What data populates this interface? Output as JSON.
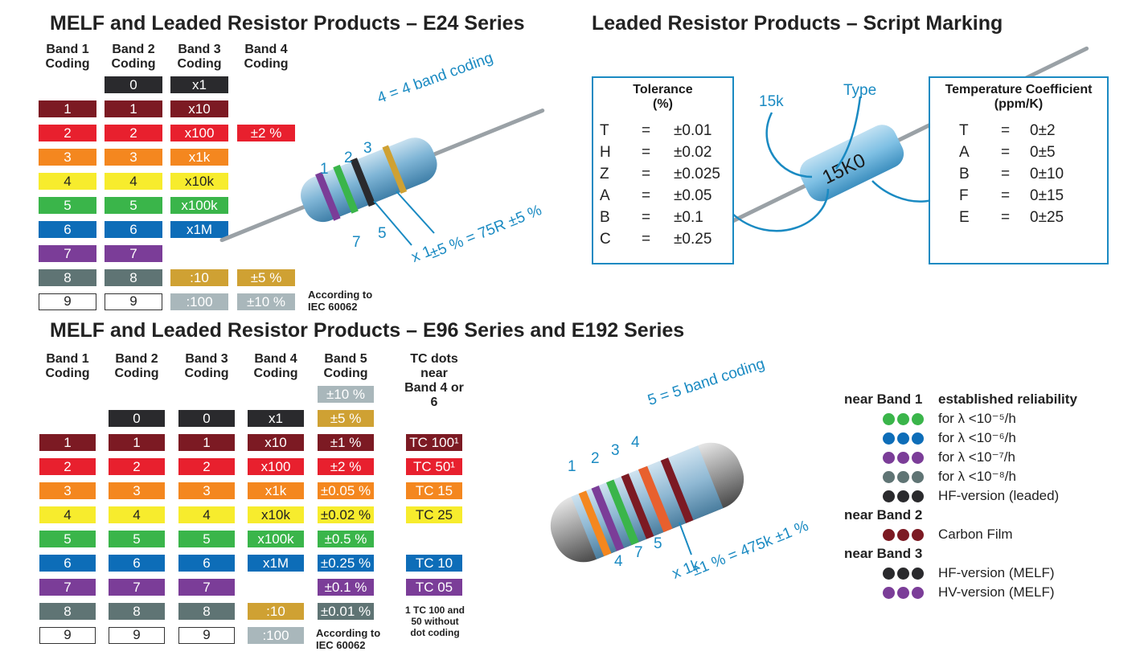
{
  "title_e24": "MELF and Leaded Resistor Products – E24 Series",
  "title_script": "Leaded Resistor Products – Script Marking",
  "title_e96": "MELF and Leaded Resistor Products – E96 Series and E192 Series",
  "e24": {
    "headers": [
      [
        "Band 1",
        "Coding"
      ],
      [
        "Band 2",
        "Coding"
      ],
      [
        "Band 3",
        "Coding"
      ],
      [
        "Band 4",
        "Coding"
      ]
    ],
    "note": [
      "According to",
      "IEC 60062"
    ],
    "cells": [
      {
        "col": 1,
        "row": 0,
        "text": "0",
        "bg": "#2a2a2d",
        "fg": "#fff"
      },
      {
        "col": 2,
        "row": 0,
        "text": "x1",
        "bg": "#2a2a2d",
        "fg": "#fff"
      },
      {
        "col": 0,
        "row": 1,
        "text": "1",
        "bg": "#7c1a23",
        "fg": "#fff"
      },
      {
        "col": 1,
        "row": 1,
        "text": "1",
        "bg": "#7c1a23",
        "fg": "#fff"
      },
      {
        "col": 2,
        "row": 1,
        "text": "x10",
        "bg": "#7c1a23",
        "fg": "#fff"
      },
      {
        "col": 0,
        "row": 2,
        "text": "2",
        "bg": "#e8202e",
        "fg": "#fff"
      },
      {
        "col": 1,
        "row": 2,
        "text": "2",
        "bg": "#e8202e",
        "fg": "#fff"
      },
      {
        "col": 2,
        "row": 2,
        "text": "x100",
        "bg": "#e8202e",
        "fg": "#fff"
      },
      {
        "col": 3,
        "row": 2,
        "text": "±2 %",
        "bg": "#e8202e",
        "fg": "#fff"
      },
      {
        "col": 0,
        "row": 3,
        "text": "3",
        "bg": "#f4871f",
        "fg": "#fff"
      },
      {
        "col": 1,
        "row": 3,
        "text": "3",
        "bg": "#f4871f",
        "fg": "#fff"
      },
      {
        "col": 2,
        "row": 3,
        "text": "x1k",
        "bg": "#f4871f",
        "fg": "#fff"
      },
      {
        "col": 0,
        "row": 4,
        "text": "4",
        "bg": "#f7ec2d",
        "fg": "#222"
      },
      {
        "col": 1,
        "row": 4,
        "text": "4",
        "bg": "#f7ec2d",
        "fg": "#222"
      },
      {
        "col": 2,
        "row": 4,
        "text": "x10k",
        "bg": "#f7ec2d",
        "fg": "#222"
      },
      {
        "col": 0,
        "row": 5,
        "text": "5",
        "bg": "#3ab54a",
        "fg": "#fff"
      },
      {
        "col": 1,
        "row": 5,
        "text": "5",
        "bg": "#3ab54a",
        "fg": "#fff"
      },
      {
        "col": 2,
        "row": 5,
        "text": "x100k",
        "bg": "#3ab54a",
        "fg": "#fff"
      },
      {
        "col": 0,
        "row": 6,
        "text": "6",
        "bg": "#0d6db8",
        "fg": "#fff"
      },
      {
        "col": 1,
        "row": 6,
        "text": "6",
        "bg": "#0d6db8",
        "fg": "#fff"
      },
      {
        "col": 2,
        "row": 6,
        "text": "x1M",
        "bg": "#0d6db8",
        "fg": "#fff"
      },
      {
        "col": 0,
        "row": 7,
        "text": "7",
        "bg": "#7b3d98",
        "fg": "#fff"
      },
      {
        "col": 1,
        "row": 7,
        "text": "7",
        "bg": "#7b3d98",
        "fg": "#fff"
      },
      {
        "col": 0,
        "row": 8,
        "text": "8",
        "bg": "#5f7474",
        "fg": "#fff"
      },
      {
        "col": 1,
        "row": 8,
        "text": "8",
        "bg": "#5f7474",
        "fg": "#fff"
      },
      {
        "col": 2,
        "row": 8,
        "text": ":10",
        "bg": "#cfa133",
        "fg": "#fff"
      },
      {
        "col": 3,
        "row": 8,
        "text": "±5 %",
        "bg": "#cfa133",
        "fg": "#fff"
      },
      {
        "col": 0,
        "row": 9,
        "text": "9",
        "bg": "#ffffff",
        "fg": "#222",
        "outline": true
      },
      {
        "col": 1,
        "row": 9,
        "text": "9",
        "bg": "#ffffff",
        "fg": "#222",
        "outline": true
      },
      {
        "col": 2,
        "row": 9,
        "text": ":100",
        "bg": "#a9b7bb",
        "fg": "#fff"
      },
      {
        "col": 3,
        "row": 9,
        "text": "±10 %",
        "bg": "#a9b7bb",
        "fg": "#fff"
      }
    ],
    "callouts": {
      "digits": [
        "1",
        "2",
        "3",
        "4 = 4 band coding"
      ],
      "lower": [
        "7",
        "5"
      ],
      "mult": "x 1",
      "tol": "±5 % = 75R ±5 %"
    }
  },
  "script": {
    "tolerance_title": [
      "Tolerance",
      "(%)"
    ],
    "tolerance": [
      [
        "T",
        "=",
        "±0.01"
      ],
      [
        "H",
        "=",
        "±0.02"
      ],
      [
        "Z",
        "=",
        "±0.025"
      ],
      [
        "A",
        "=",
        "±0.05"
      ],
      [
        "B",
        "=",
        "±0.1"
      ],
      [
        "C",
        "=",
        "±0.25"
      ]
    ],
    "tc_title": [
      "Temperature Coefficient",
      "(ppm/K)"
    ],
    "tc": [
      [
        "T",
        "=",
        "0±2"
      ],
      [
        "A",
        "=",
        "0±5"
      ],
      [
        "B",
        "=",
        "0±10"
      ],
      [
        "F",
        "=",
        "0±15"
      ],
      [
        "E",
        "=",
        "0±25"
      ]
    ],
    "label_15k": "15k",
    "label_type": "Type",
    "resistor_text": "15K0"
  },
  "e96": {
    "headers": [
      [
        "Band 1",
        "Coding"
      ],
      [
        "Band 2",
        "Coding"
      ],
      [
        "Band 3",
        "Coding"
      ],
      [
        "Band 4",
        "Coding"
      ],
      [
        "Band 5",
        "Coding"
      ],
      [
        "TC dots near",
        "Band 4 or 6"
      ]
    ],
    "note": [
      "According to",
      "IEC 60062"
    ],
    "tc_note": [
      "1 TC 100 and",
      "50 without",
      "dot coding"
    ],
    "cells": [
      {
        "col": 4,
        "row": -1,
        "text": "±10 %",
        "bg": "#a9b7bb",
        "fg": "#fff"
      },
      {
        "col": 1,
        "row": 0,
        "text": "0",
        "bg": "#2a2a2d",
        "fg": "#fff"
      },
      {
        "col": 2,
        "row": 0,
        "text": "0",
        "bg": "#2a2a2d",
        "fg": "#fff"
      },
      {
        "col": 3,
        "row": 0,
        "text": "x1",
        "bg": "#2a2a2d",
        "fg": "#fff"
      },
      {
        "col": 4,
        "row": 0,
        "text": "±5 %",
        "bg": "#cfa133",
        "fg": "#fff"
      },
      {
        "col": 0,
        "row": 1,
        "text": "1",
        "bg": "#7c1a23",
        "fg": "#fff"
      },
      {
        "col": 1,
        "row": 1,
        "text": "1",
        "bg": "#7c1a23",
        "fg": "#fff"
      },
      {
        "col": 2,
        "row": 1,
        "text": "1",
        "bg": "#7c1a23",
        "fg": "#fff"
      },
      {
        "col": 3,
        "row": 1,
        "text": "x10",
        "bg": "#7c1a23",
        "fg": "#fff"
      },
      {
        "col": 4,
        "row": 1,
        "text": "±1 %",
        "bg": "#7c1a23",
        "fg": "#fff"
      },
      {
        "col": 5,
        "row": 1,
        "text": "TC 100¹",
        "bg": "#7c1a23",
        "fg": "#fff"
      },
      {
        "col": 0,
        "row": 2,
        "text": "2",
        "bg": "#e8202e",
        "fg": "#fff"
      },
      {
        "col": 1,
        "row": 2,
        "text": "2",
        "bg": "#e8202e",
        "fg": "#fff"
      },
      {
        "col": 2,
        "row": 2,
        "text": "2",
        "bg": "#e8202e",
        "fg": "#fff"
      },
      {
        "col": 3,
        "row": 2,
        "text": "x100",
        "bg": "#e8202e",
        "fg": "#fff"
      },
      {
        "col": 4,
        "row": 2,
        "text": "±2 %",
        "bg": "#e8202e",
        "fg": "#fff"
      },
      {
        "col": 5,
        "row": 2,
        "text": "TC 50¹",
        "bg": "#e8202e",
        "fg": "#fff"
      },
      {
        "col": 0,
        "row": 3,
        "text": "3",
        "bg": "#f4871f",
        "fg": "#fff"
      },
      {
        "col": 1,
        "row": 3,
        "text": "3",
        "bg": "#f4871f",
        "fg": "#fff"
      },
      {
        "col": 2,
        "row": 3,
        "text": "3",
        "bg": "#f4871f",
        "fg": "#fff"
      },
      {
        "col": 3,
        "row": 3,
        "text": "x1k",
        "bg": "#f4871f",
        "fg": "#fff"
      },
      {
        "col": 4,
        "row": 3,
        "text": "±0.05 %",
        "bg": "#f4871f",
        "fg": "#fff"
      },
      {
        "col": 5,
        "row": 3,
        "text": "TC 15",
        "bg": "#f4871f",
        "fg": "#fff"
      },
      {
        "col": 0,
        "row": 4,
        "text": "4",
        "bg": "#f7ec2d",
        "fg": "#222"
      },
      {
        "col": 1,
        "row": 4,
        "text": "4",
        "bg": "#f7ec2d",
        "fg": "#222"
      },
      {
        "col": 2,
        "row": 4,
        "text": "4",
        "bg": "#f7ec2d",
        "fg": "#222"
      },
      {
        "col": 3,
        "row": 4,
        "text": "x10k",
        "bg": "#f7ec2d",
        "fg": "#222"
      },
      {
        "col": 4,
        "row": 4,
        "text": "±0.02 %",
        "bg": "#f7ec2d",
        "fg": "#222"
      },
      {
        "col": 5,
        "row": 4,
        "text": "TC 25",
        "bg": "#f7ec2d",
        "fg": "#222"
      },
      {
        "col": 0,
        "row": 5,
        "text": "5",
        "bg": "#3ab54a",
        "fg": "#fff"
      },
      {
        "col": 1,
        "row": 5,
        "text": "5",
        "bg": "#3ab54a",
        "fg": "#fff"
      },
      {
        "col": 2,
        "row": 5,
        "text": "5",
        "bg": "#3ab54a",
        "fg": "#fff"
      },
      {
        "col": 3,
        "row": 5,
        "text": "x100k",
        "bg": "#3ab54a",
        "fg": "#fff"
      },
      {
        "col": 4,
        "row": 5,
        "text": "±0.5 %",
        "bg": "#3ab54a",
        "fg": "#fff"
      },
      {
        "col": 0,
        "row": 6,
        "text": "6",
        "bg": "#0d6db8",
        "fg": "#fff"
      },
      {
        "col": 1,
        "row": 6,
        "text": "6",
        "bg": "#0d6db8",
        "fg": "#fff"
      },
      {
        "col": 2,
        "row": 6,
        "text": "6",
        "bg": "#0d6db8",
        "fg": "#fff"
      },
      {
        "col": 3,
        "row": 6,
        "text": "x1M",
        "bg": "#0d6db8",
        "fg": "#fff"
      },
      {
        "col": 4,
        "row": 6,
        "text": "±0.25 %",
        "bg": "#0d6db8",
        "fg": "#fff"
      },
      {
        "col": 5,
        "row": 6,
        "text": "TC 10",
        "bg": "#0d6db8",
        "fg": "#fff"
      },
      {
        "col": 0,
        "row": 7,
        "text": "7",
        "bg": "#7b3d98",
        "fg": "#fff"
      },
      {
        "col": 1,
        "row": 7,
        "text": "7",
        "bg": "#7b3d98",
        "fg": "#fff"
      },
      {
        "col": 2,
        "row": 7,
        "text": "7",
        "bg": "#7b3d98",
        "fg": "#fff"
      },
      {
        "col": 4,
        "row": 7,
        "text": "±0.1 %",
        "bg": "#7b3d98",
        "fg": "#fff"
      },
      {
        "col": 5,
        "row": 7,
        "text": "TC 05",
        "bg": "#7b3d98",
        "fg": "#fff"
      },
      {
        "col": 0,
        "row": 8,
        "text": "8",
        "bg": "#5f7474",
        "fg": "#fff"
      },
      {
        "col": 1,
        "row": 8,
        "text": "8",
        "bg": "#5f7474",
        "fg": "#fff"
      },
      {
        "col": 2,
        "row": 8,
        "text": "8",
        "bg": "#5f7474",
        "fg": "#fff"
      },
      {
        "col": 3,
        "row": 8,
        "text": ":10",
        "bg": "#cfa133",
        "fg": "#fff"
      },
      {
        "col": 4,
        "row": 8,
        "text": "±0.01 %",
        "bg": "#5f7474",
        "fg": "#fff"
      },
      {
        "col": 0,
        "row": 9,
        "text": "9",
        "bg": "#ffffff",
        "fg": "#222",
        "outline": true
      },
      {
        "col": 1,
        "row": 9,
        "text": "9",
        "bg": "#ffffff",
        "fg": "#222",
        "outline": true
      },
      {
        "col": 2,
        "row": 9,
        "text": "9",
        "bg": "#ffffff",
        "fg": "#222",
        "outline": true
      },
      {
        "col": 3,
        "row": 9,
        "text": ":100",
        "bg": "#a9b7bb",
        "fg": "#fff"
      }
    ],
    "callouts": {
      "digits": [
        "1",
        "2",
        "3",
        "4",
        "5 = 5 band coding"
      ],
      "lower": [
        "4",
        "7",
        "5"
      ],
      "mult": "x 1k",
      "tol": "±1 % = 475k ±1 %"
    }
  },
  "legend": {
    "groups": [
      {
        "label": "near Band 1",
        "header": "established reliability",
        "items": [
          {
            "color": "#3ab54a",
            "text": "for λ <10⁻⁵/h"
          },
          {
            "color": "#0d6db8",
            "text": "for λ <10⁻⁶/h"
          },
          {
            "color": "#7b3d98",
            "text": "for λ <10⁻⁷/h"
          },
          {
            "color": "#5f7474",
            "text": "for λ <10⁻⁸/h"
          },
          {
            "color": "#2a2a2d",
            "text": "HF-version (leaded)"
          }
        ]
      },
      {
        "label": "near Band 2",
        "items": [
          {
            "color": "#7c1a23",
            "text": "Carbon Film"
          }
        ]
      },
      {
        "label": "near Band 3",
        "items": [
          {
            "color": "#2a2a2d",
            "text": "HF-version (MELF)"
          },
          {
            "color": "#7b3d98",
            "text": "HV-version (MELF)"
          }
        ]
      }
    ]
  }
}
